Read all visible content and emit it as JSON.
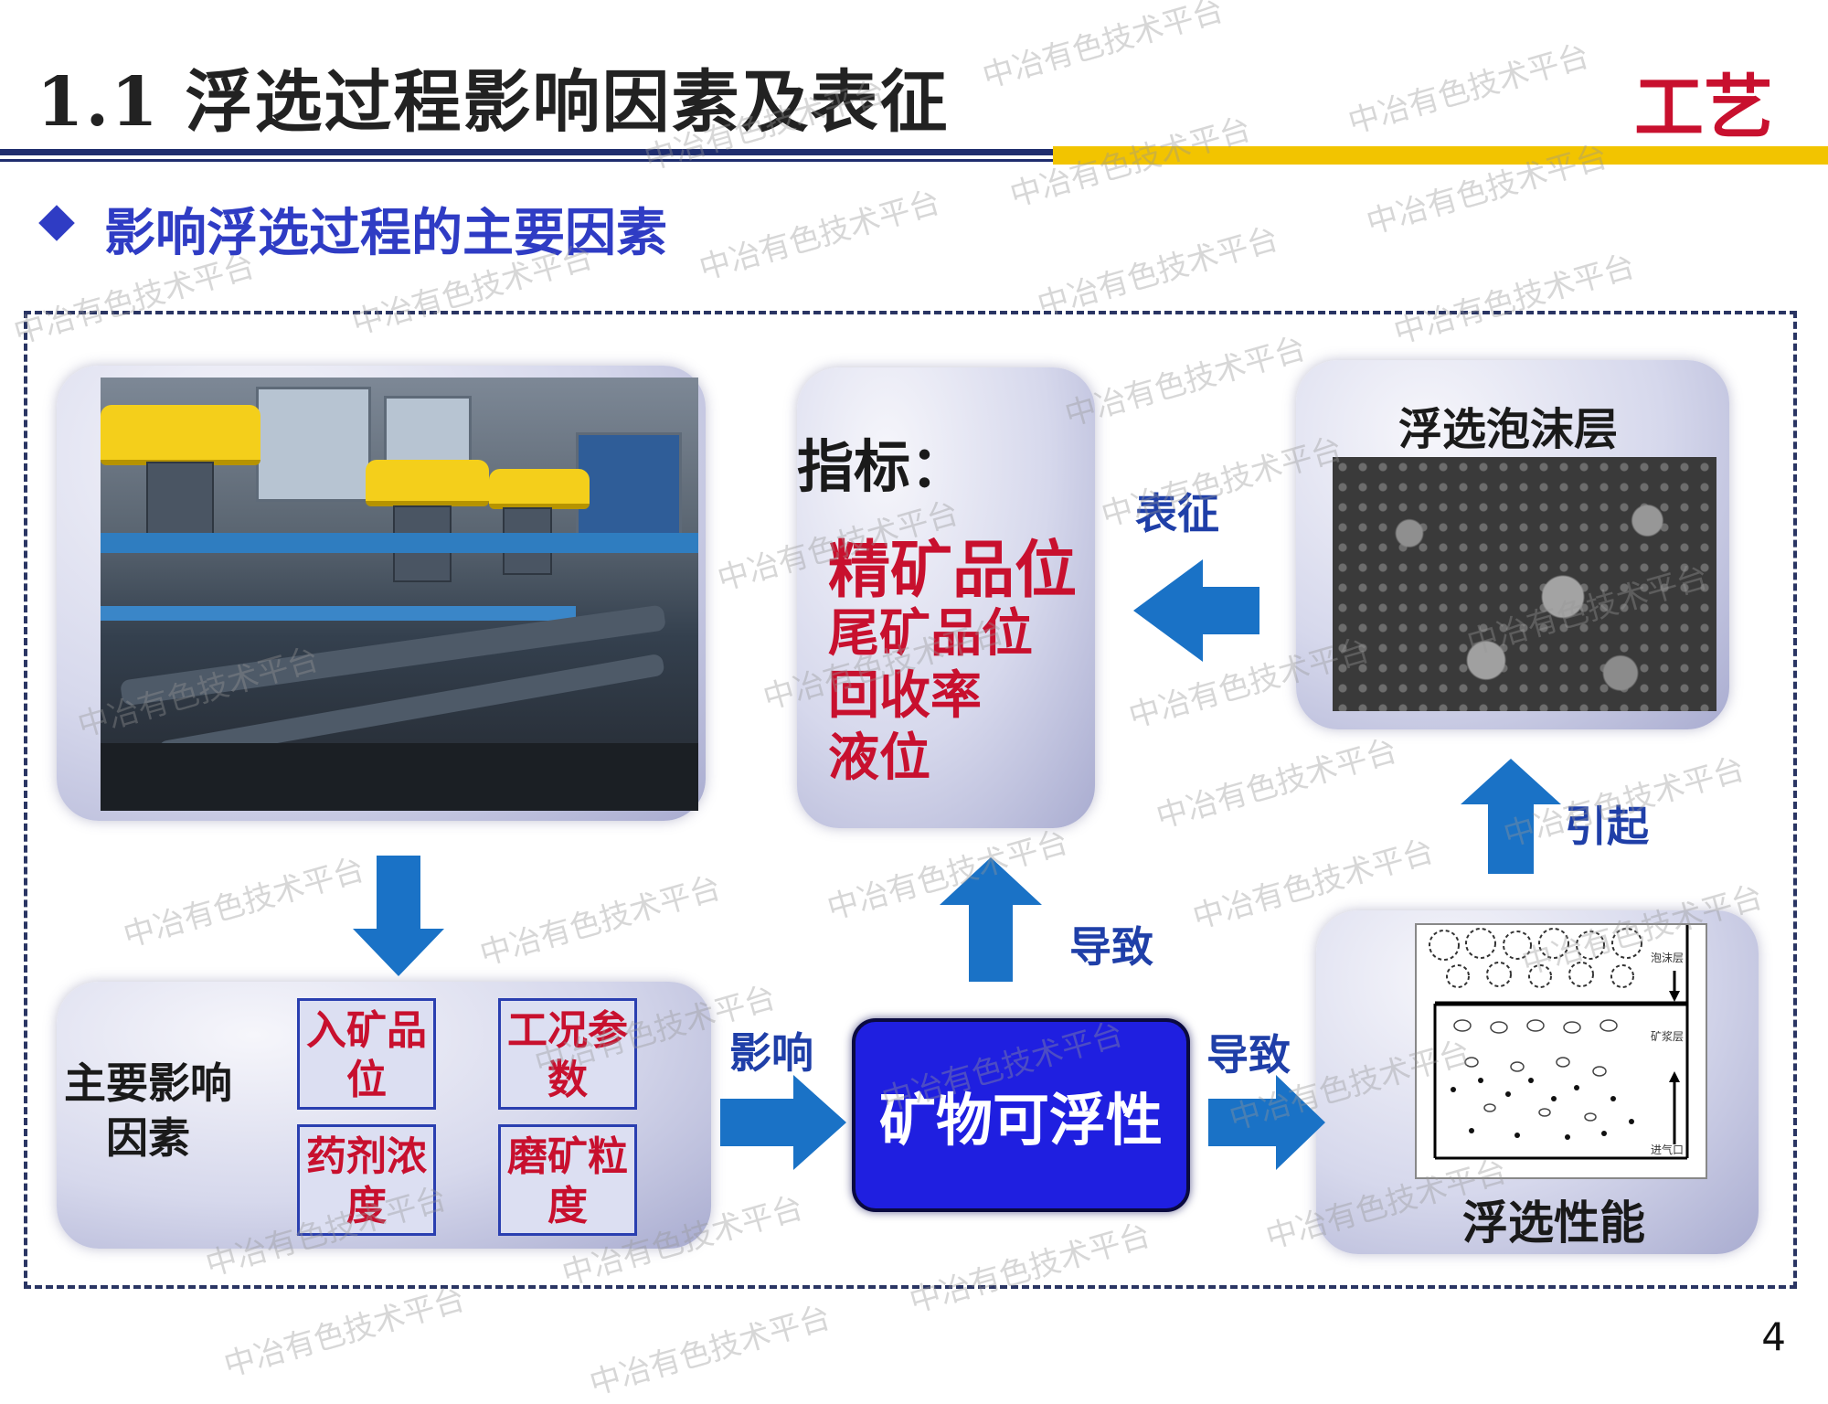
{
  "header": {
    "title": "1.1 浮选过程影响因素及表征",
    "tag": "工艺"
  },
  "section": {
    "subtitle": "影响浮选过程的主要因素"
  },
  "indicators": {
    "heading": "指标：",
    "items": [
      "精矿品位",
      "尾矿品位",
      "回收率",
      "液位"
    ]
  },
  "foam": {
    "title": "浮选泡沫层"
  },
  "factors": {
    "label": "主要影响因素",
    "items": [
      "入矿品位",
      "工况参数",
      "药剂浓度",
      "磨矿粒度"
    ]
  },
  "center": {
    "label": "矿物可浮性"
  },
  "performance": {
    "title": "浮选性能",
    "diagram_labels": [
      "泡沫层",
      "矿浆层",
      "进气口"
    ]
  },
  "arrows": {
    "influence": "影响",
    "leads_up": "导致",
    "leads_right": "导致",
    "characterize": "表征",
    "cause": "引起"
  },
  "colors": {
    "accent_blue": "#1f1fe0",
    "arrow_blue": "#1a72c6",
    "highlight_red": "#c8102e",
    "rule_gold": "#f2c400",
    "rule_navy": "#1f2d6e"
  },
  "watermark": "中冶有色技术平台",
  "page_number": "4"
}
